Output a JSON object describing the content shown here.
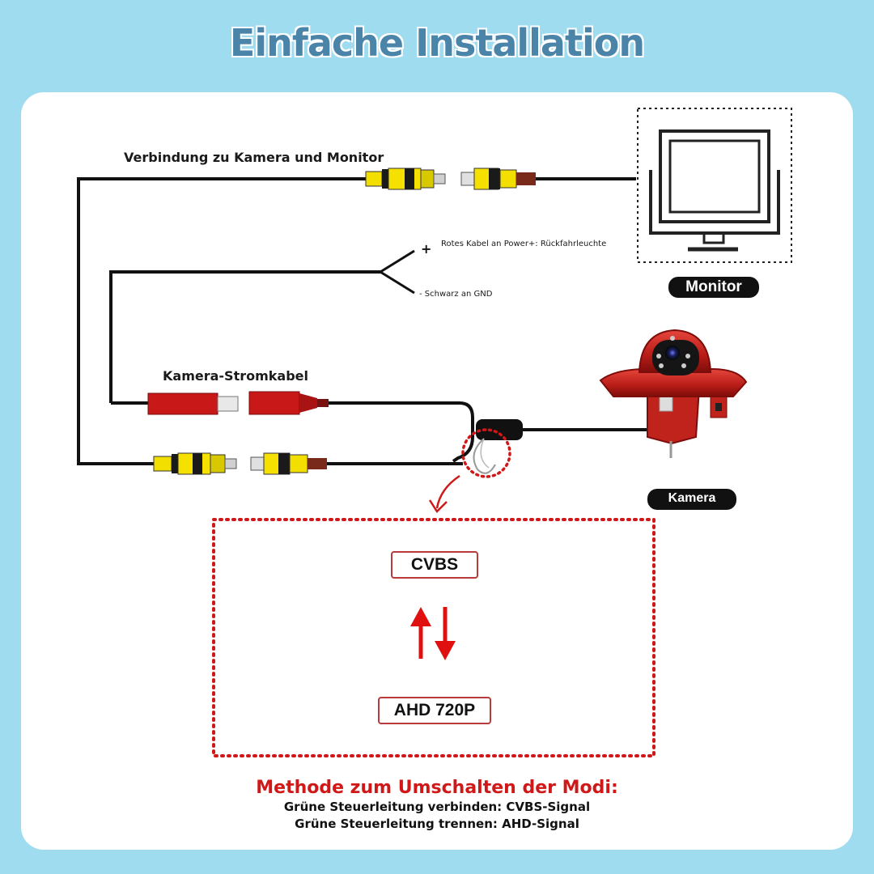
{
  "title": "Einfache Installation",
  "labels": {
    "connection": "Verbindung zu Kamera und Monitor",
    "red_wire": "Rotes Kabel an Power+: Rückfahrleuchte",
    "black_wire": "- Schwarz an GND",
    "power_cable": "Kamera-Stromkabel",
    "monitor": "Monitor",
    "camera": "Kamera"
  },
  "modes": {
    "top": "CVBS",
    "bottom": "AHD 720P"
  },
  "footer": {
    "heading": "Methode zum Umschalten der Modi:",
    "line1": "Grüne Steuerleitung verbinden: CVBS-Signal",
    "line2": "Grüne Steuerleitung trennen: AHD-Signal"
  },
  "colors": {
    "background": "#9fdcf0",
    "accent_red": "#d01818",
    "connector_yellow": "#f5e000",
    "connector_red": "#c81818",
    "camera_red": "#c0221c"
  }
}
